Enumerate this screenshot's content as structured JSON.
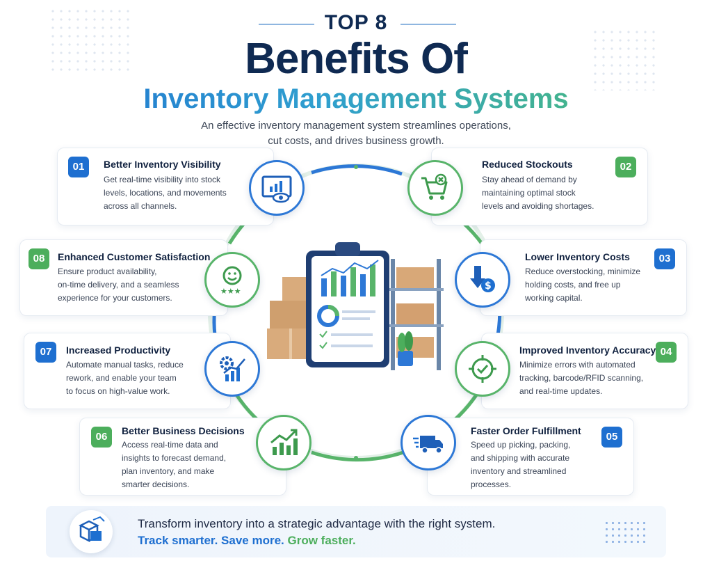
{
  "header": {
    "top_label": "TOP 8",
    "title": "Benefits Of",
    "title_sub": "Inventory Management Systems",
    "subtitle_line1": "An effective inventory management system streamlines operations,",
    "subtitle_line2": "cut costs, and drives business growth."
  },
  "benefits": [
    {
      "number": "01",
      "title": "Better Inventory Visibility",
      "lines": [
        "Get real-time visibility into stock",
        "levels, locations, and movements",
        "across all channels."
      ],
      "icon": "monitor-eye-icon",
      "color": "#1e6fd0"
    },
    {
      "number": "02",
      "title": "Reduced Stockouts",
      "lines": [
        "Stay ahead of demand by",
        "maintaining optimal stock",
        "levels and avoiding shortages."
      ],
      "icon": "cart-no-icon",
      "color": "#4cae5c"
    },
    {
      "number": "03",
      "title": "Lower Inventory Costs",
      "lines": [
        "Reduce overstocking, minimize",
        "holding costs, and free up",
        "working capital."
      ],
      "icon": "arrow-down-dollar-icon",
      "color": "#1e6fd0"
    },
    {
      "number": "04",
      "title": "Improved Inventory Accuracy",
      "lines": [
        "Minimize errors with automated",
        "tracking, barcode/RFID scanning,",
        "and real-time updates."
      ],
      "icon": "target-check-icon",
      "color": "#4cae5c"
    },
    {
      "number": "05",
      "title": "Faster Order Fulfillment",
      "lines": [
        "Speed up picking, packing,",
        "and shipping with accurate",
        "inventory and streamlined",
        "processes."
      ],
      "icon": "delivery-truck-icon",
      "color": "#1e6fd0"
    },
    {
      "number": "06",
      "title": "Better Business Decisions",
      "lines": [
        "Access real-time data and",
        "insights to forecast demand,",
        "plan inventory, and make",
        "smarter decisions."
      ],
      "icon": "growth-chart-icon",
      "color": "#4cae5c"
    },
    {
      "number": "07",
      "title": "Increased Productivity",
      "lines": [
        "Automate manual tasks, reduce",
        "rework, and enable your team",
        "to focus on high-value work."
      ],
      "icon": "gear-chart-icon",
      "color": "#1e6fd0"
    },
    {
      "number": "08",
      "title": "Enhanced Customer Satisfaction",
      "lines": [
        "Ensure product availability,",
        "on-time delivery, and a seamless",
        "experience for your customers."
      ],
      "icon": "smiley-stars-icon",
      "color": "#4cae5c"
    }
  ],
  "banner": {
    "line1": "Transform inventory into a strategic advantage with the right system.",
    "line2_a": "Track smarter. Save more.",
    "line2_b": "Grow faster."
  },
  "colors": {
    "blue": "#1e6fd0",
    "green": "#4cae5c",
    "navy": "#0f2a52"
  }
}
